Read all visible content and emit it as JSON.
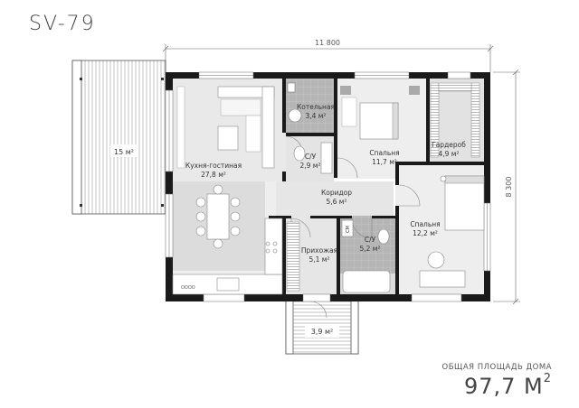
{
  "title": "SV-79",
  "dimensions": {
    "width": "11 800",
    "height": "8 300"
  },
  "total": {
    "caption": "ОБЩАЯ ПЛОЩАДЬ ДОМА",
    "value": "97,7 М",
    "unit_sup": "2"
  },
  "rooms": {
    "kitchen": {
      "name": "Кухня-гостиная",
      "area": "27,8 м²"
    },
    "boiler": {
      "name": "Котельная",
      "area": "3,4 м²"
    },
    "bedroom1": {
      "name": "Спальня",
      "area": "11,7 м²"
    },
    "wardrobe": {
      "name": "Гардероб",
      "area": "4,9 м²"
    },
    "bath1": {
      "name": "С/У",
      "area": "2,9 м²"
    },
    "corridor": {
      "name": "Коридор",
      "area": "5,6 м²"
    },
    "bedroom2": {
      "name": "Спальня",
      "area": "12,2 м²"
    },
    "hall": {
      "name": "Прихожая",
      "area": "5,1 м²"
    },
    "bath2": {
      "name": "С/У",
      "area": "5,2 м²"
    },
    "terrace": {
      "area": "15 м²"
    },
    "porch": {
      "area": "3,9 м²"
    }
  },
  "appliance_labels": {
    "oven": "OOOO",
    "laundry": "СМ"
  },
  "colors": {
    "wall": "#1a1a1a",
    "floor_light": "#eeeeee",
    "floor_mid": "#dcdcdc",
    "tile": "#b8b8b8",
    "terrace": "#ffffff"
  }
}
